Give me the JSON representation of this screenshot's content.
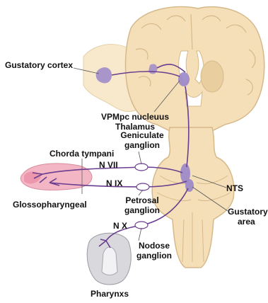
{
  "labels": {
    "gustatory_cortex": "Gustatory cortex",
    "vpmpc_line1": "VPMpc nucleuus",
    "vpmpc_line2": "Thalamus",
    "geniculate_line1": "Geniculate",
    "geniculate_line2": "ganglion",
    "chorda_tympani": "Chorda tympani",
    "n_vii": "N VII",
    "n_ix": "N IX",
    "nts": "NTS",
    "glossopharyngeal": "Glossopharyngeal",
    "petrosal_line1": "Petrosal",
    "petrosal_line2": "ganglion",
    "gustatory_area_line1": "Gustatory",
    "gustatory_area_line2": "area",
    "n_x": "N X",
    "nodose_line1": "Nodose",
    "nodose_line2": "ganglion",
    "pharynxs": "Pharynxs"
  },
  "colors": {
    "brain_tissue": "#f5dfb8",
    "brain_outline": "#d6b98a",
    "nerve": "#6a3d8f",
    "nucleus": "#9a86c9",
    "tongue": "#f3b6c4",
    "pharynx": "#d9d9dd"
  }
}
